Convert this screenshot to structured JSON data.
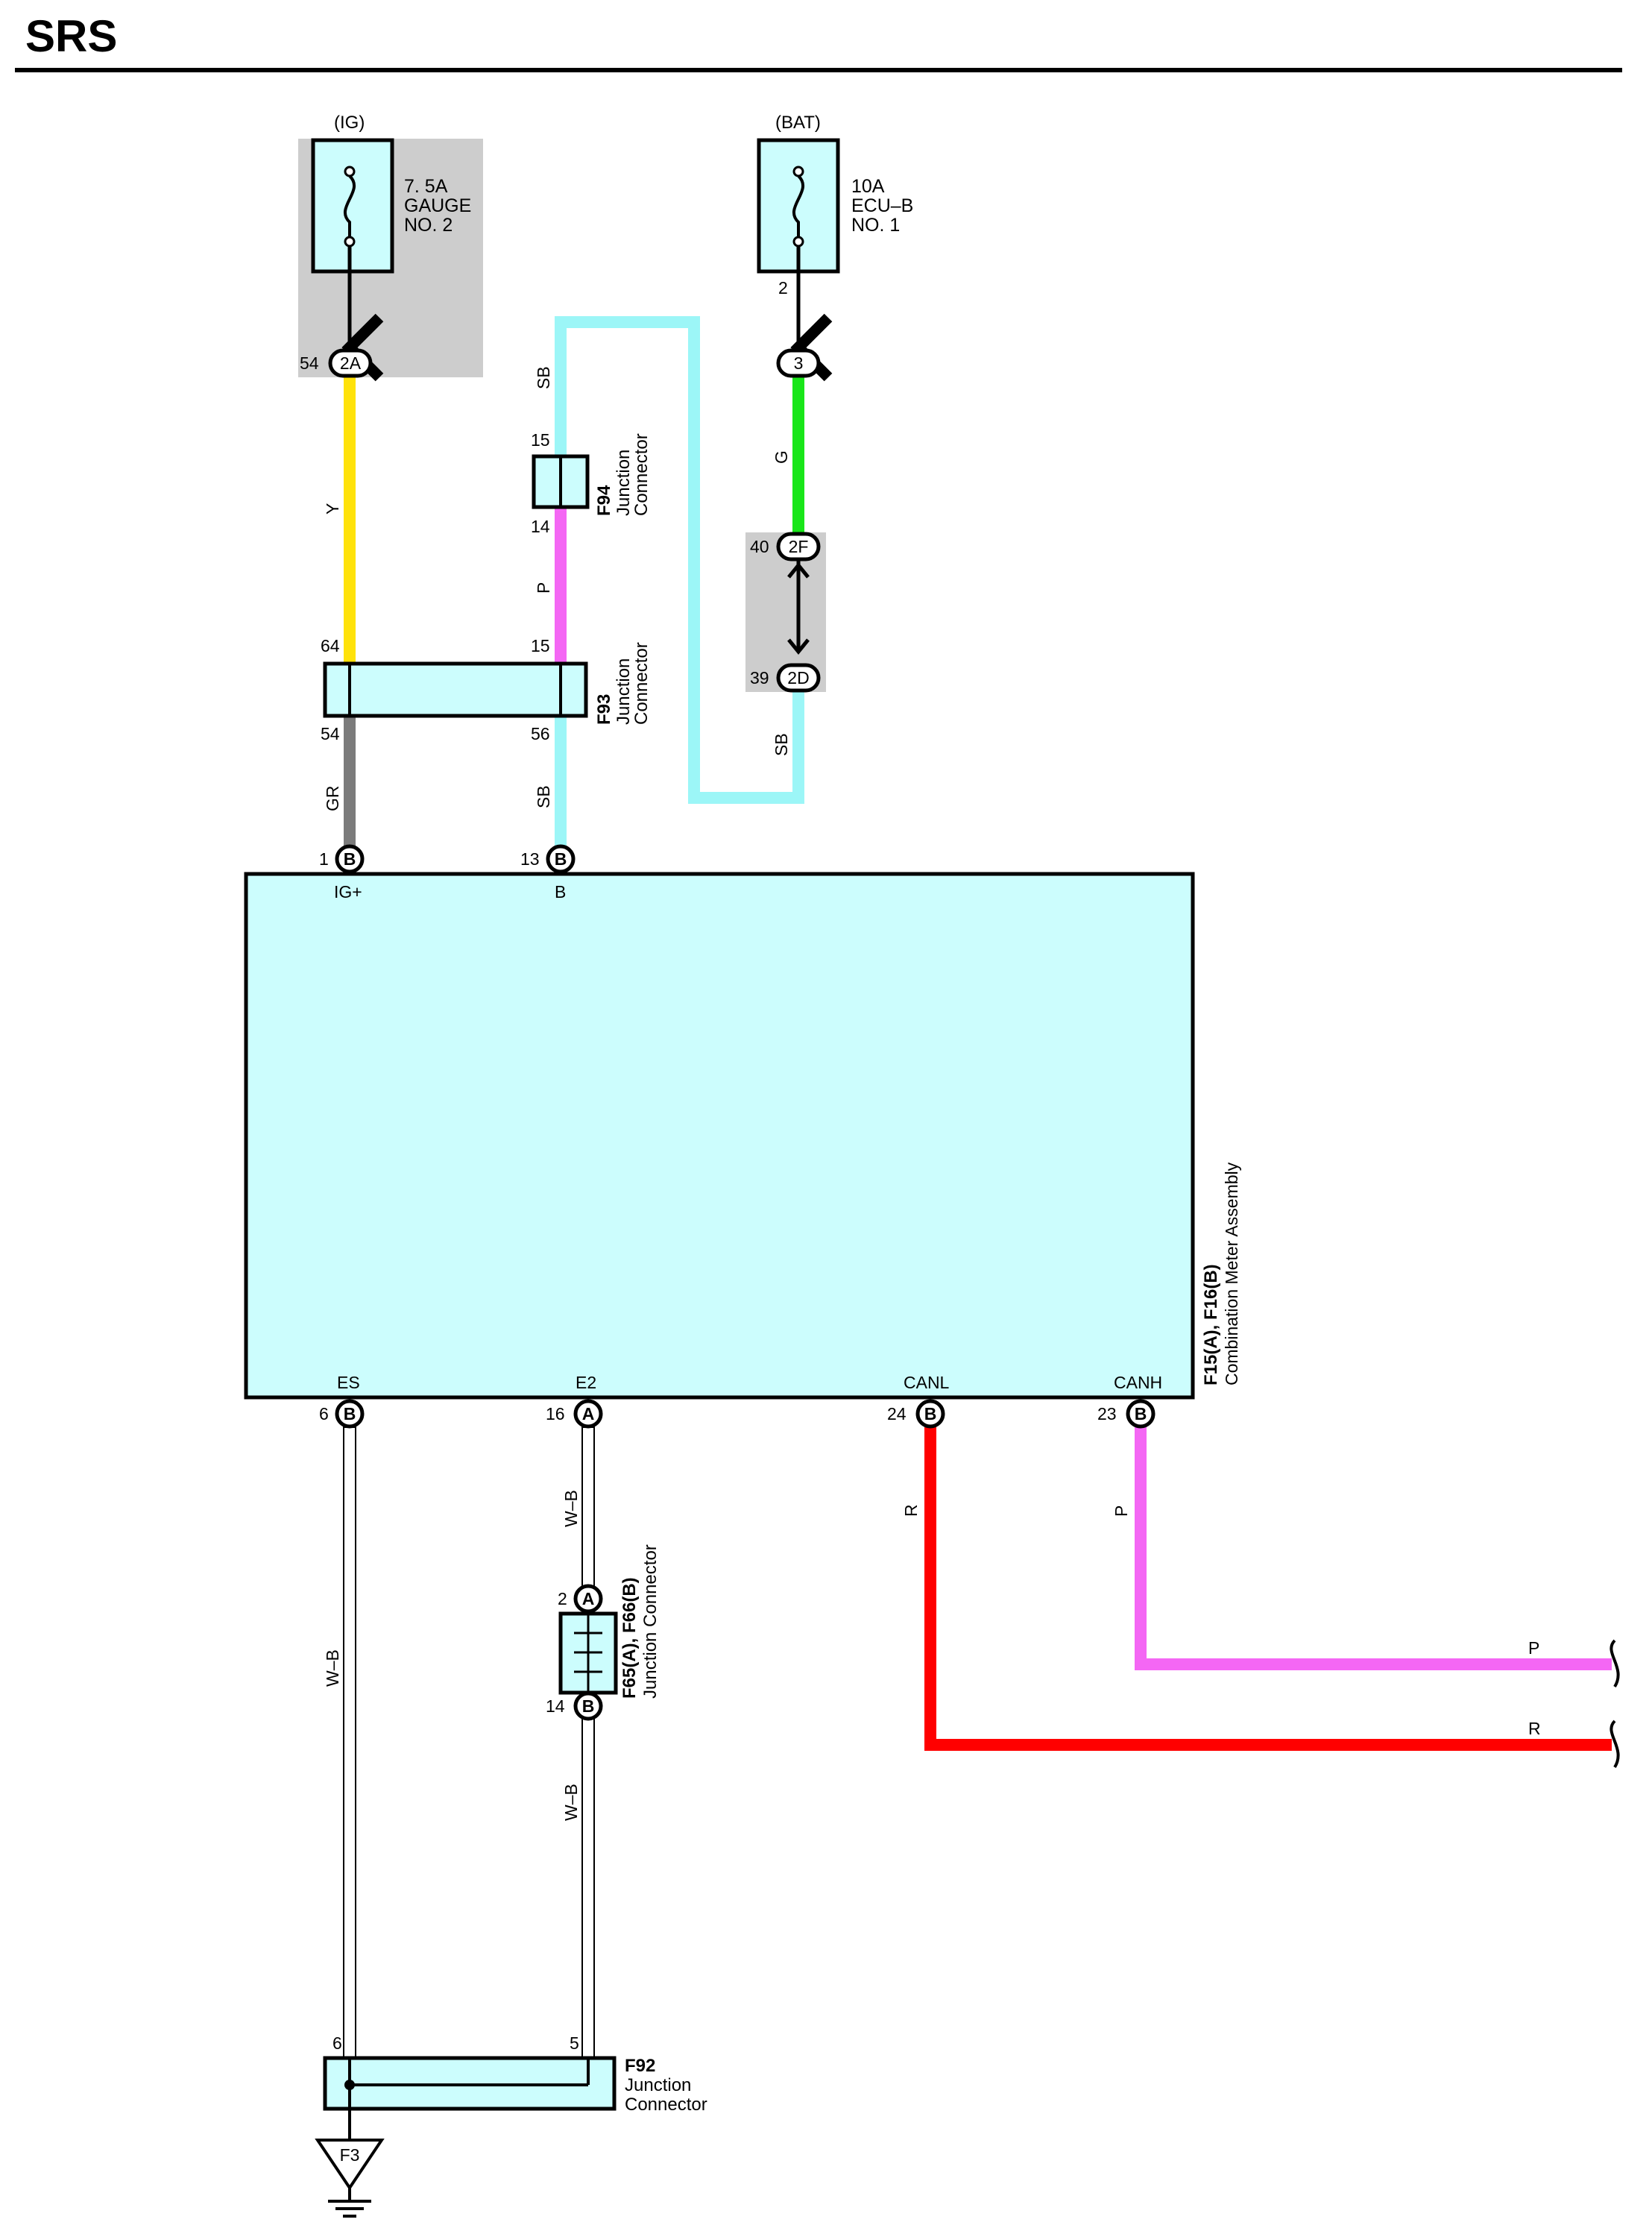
{
  "title": "SRS",
  "colors": {
    "Y": "#ffe20a",
    "SB": "#9cf6f7",
    "P": "#f467f4",
    "G": "#19e619",
    "GR": "#7b7b7b",
    "R": "#ff0000",
    "WB": "#ffffff",
    "component_fill": "#ccfdfd",
    "shade": "#cdcdcd",
    "line": "#000000"
  },
  "power_sources": {
    "ig": {
      "supply": "(IG)",
      "fuse_lines": [
        "7. 5A",
        "GAUGE",
        "NO. 2"
      ]
    },
    "bat": {
      "supply": "(BAT)",
      "fuse_lines": [
        "10A",
        "ECU–B",
        "NO. 1"
      ],
      "pin": "2"
    }
  },
  "connectors": {
    "ig_2a": {
      "label": "2A",
      "pin": "54"
    },
    "bat_3": {
      "label": "3"
    },
    "bat_2f": {
      "label": "2F",
      "pin": "40"
    },
    "bat_2d": {
      "label": "2D",
      "pin": "39"
    }
  },
  "wires": {
    "ig_y": "Y",
    "f93_gr": "GR",
    "sb_top": "SB",
    "f94_p": "P",
    "f93_sb": "SB",
    "bat_g": "G",
    "bat_sb": "SB",
    "es_wb": "W–B",
    "e2_wb_upper": "W–B",
    "e2_wb_lower": "W–B",
    "canl_r": "R",
    "canh_p": "P",
    "p_out": "P",
    "r_out": "R"
  },
  "junctions": {
    "f94": {
      "code": "F94",
      "name_lines": [
        "Junction",
        "Connector"
      ],
      "pins": [
        "15",
        "14"
      ]
    },
    "f93": {
      "code": "F93",
      "name_lines": [
        "Junction",
        "Connector"
      ],
      "pins": [
        "64",
        "15",
        "54",
        "56"
      ]
    },
    "f65": {
      "code": "F65(A), F66(B)",
      "name": "Junction Connector",
      "top": {
        "label": "A",
        "pin": "2"
      },
      "bottom": {
        "label": "B",
        "pin": "14"
      }
    },
    "f92": {
      "code": "F92",
      "name_lines": [
        "Junction",
        "Connector"
      ],
      "pins": [
        "6",
        "5"
      ]
    }
  },
  "meter": {
    "code": "F15(A), F16(B)",
    "name": "Combination Meter Assembly",
    "top_pins": [
      {
        "name": "IG+",
        "pin": "1",
        "connector": "B"
      },
      {
        "name": "B",
        "pin": "13",
        "connector": "B"
      }
    ],
    "bottom_pins": [
      {
        "name": "ES",
        "pin": "6",
        "connector": "B"
      },
      {
        "name": "E2",
        "pin": "16",
        "connector": "A"
      },
      {
        "name": "CANL",
        "pin": "24",
        "connector": "B"
      },
      {
        "name": "CANH",
        "pin": "23",
        "connector": "B"
      }
    ]
  },
  "ground": {
    "label": "F3"
  }
}
